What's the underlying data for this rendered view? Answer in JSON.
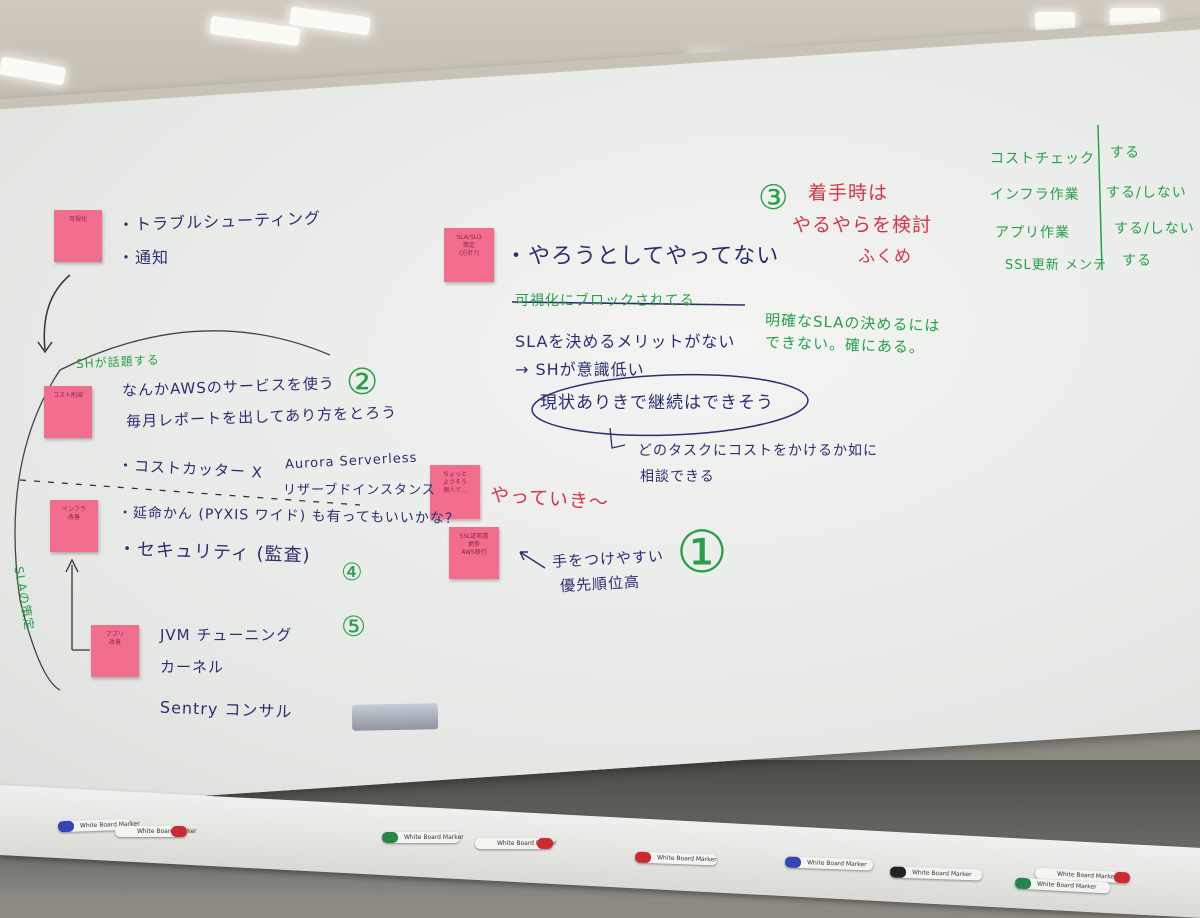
{
  "sticky_notes": [
    {
      "id": "visualize",
      "text": "可視化"
    },
    {
      "id": "sla",
      "text": "SLA/SLO\n策定\n(方針?)"
    },
    {
      "id": "cost",
      "text": "コスト削減"
    },
    {
      "id": "infra",
      "text": "インフラ\n改善"
    },
    {
      "id": "little",
      "text": "ちょっと\nよさそう\n個人で..."
    },
    {
      "id": "ssl",
      "text": "SSL証明書\n更新\nAWS移行"
    },
    {
      "id": "app",
      "text": "アプリ\n改善"
    }
  ],
  "left_column": {
    "top_items": [
      "・トラブルシューティング",
      "・通知"
    ],
    "sh_note": "SHが話題する",
    "cost_items": [
      "なんかAWSのサービスを使う",
      "毎月レポートを出してあり方をとろう"
    ],
    "cost_cutter": "・コストカッター X",
    "aurora": "Aurora Serverless",
    "reserved": "リザーブドインスタンス",
    "infra_items": [
      "・延命かん (PYXIS ワイド) も有ってもいいかな?",
      "・セキュリティ (監査)"
    ],
    "app_items": [
      "JVM チューニング",
      "カーネル",
      "Sentry コンサル"
    ],
    "side_note": "SLAの策定"
  },
  "middle": {
    "heading": "・やろうとしてやってない",
    "struck": "可視化にブロックされてる",
    "note1": "SLAを決めるメリットがない",
    "note2": "→ SHが意識低い",
    "note3": "現状ありきで継続はできそう",
    "green_note1": "明確なSLAの決めるには",
    "green_note2": "できない。確にある。",
    "bottom_note1": "どのタスクにコストをかけるか如に",
    "bottom_note2": "相談できる",
    "yatteiki": "やっていき〜",
    "priority1": "手をつけやすい",
    "priority2": "優先順位高"
  },
  "circled_numbers": [
    "②",
    "④",
    "⑤",
    "①",
    "③"
  ],
  "top_right_red": [
    "着手時は",
    "やるやらを検討",
    "ふくめ"
  ],
  "decision_table": {
    "rows": [
      {
        "item": "コストチェック",
        "decision": "する"
      },
      {
        "item": "インフラ作業",
        "decision": "する/しない"
      },
      {
        "item": "アプリ作業",
        "decision": "する/しない"
      },
      {
        "item": "SSL更新 メンテ",
        "decision": "する"
      }
    ]
  },
  "markers": [
    {
      "label": "White Board Marker",
      "color": "#3246b8"
    },
    {
      "label": "White Board Marker",
      "color": "#cc2a30"
    },
    {
      "label": "White Board Marker",
      "color": "#24874a"
    },
    {
      "label": "White Board Marker",
      "color": "#cc2a30"
    },
    {
      "label": "White Board Marker",
      "color": "#cc2a30"
    },
    {
      "label": "White Board Marker",
      "color": "#3246b8"
    },
    {
      "label": "White Board Marker",
      "color": "#222222"
    },
    {
      "label": "White Board Marker",
      "color": "#cc2a30"
    },
    {
      "label": "White Board Marker",
      "color": "#24874a"
    }
  ]
}
